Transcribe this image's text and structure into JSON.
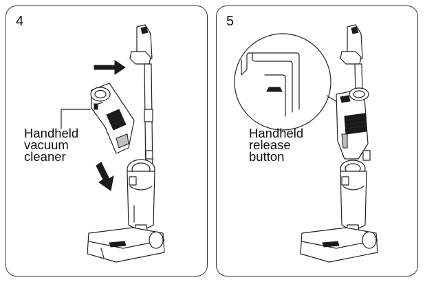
{
  "panels": [
    {
      "step": "4",
      "caption": [
        "Handheld",
        "vacuum",
        "cleaner"
      ]
    },
    {
      "step": "5",
      "caption": [
        "Handheld",
        "release",
        "button"
      ]
    }
  ],
  "colors": {
    "stroke": "#222222",
    "dark": "#1a1a1a",
    "gray": "#bfbfbf",
    "background": "#ffffff"
  },
  "icons": [
    "arrow-right-icon",
    "arrow-down-right-icon",
    "magnifier-callout-icon"
  ]
}
